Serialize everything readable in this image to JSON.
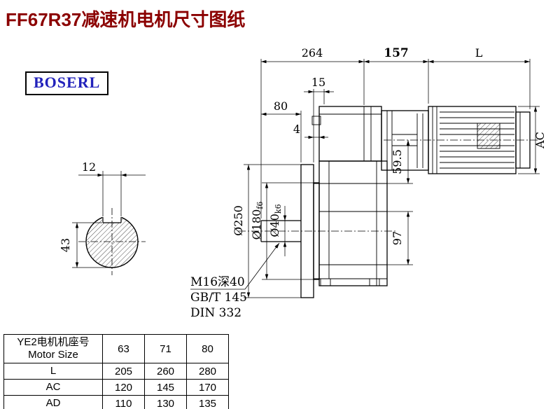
{
  "title": "FF67R37减速机电机尺寸图纸",
  "brand": "BOSERL",
  "colors": {
    "title": "#8B0000",
    "brand": "#2222BB"
  },
  "dimensions": {
    "top_264": "264",
    "top_157": "157",
    "top_L": "L",
    "d15": "15",
    "d80": "80",
    "d4": "4",
    "key_width": "12",
    "key_height": "43",
    "dia250": "Ø250",
    "dia180": "Ø180",
    "dia180_tol": "f6",
    "dia40": "Ø40",
    "dia40_tol": "k6",
    "d59_5": "59.5",
    "d97": "97",
    "ac": "AC"
  },
  "notes": {
    "line1": "M16深40",
    "line2": "GB/T 145",
    "line3": "DIN 332"
  },
  "table": {
    "header_cn": "YE2电机机座号",
    "header_en": "Motor Size",
    "sizes": [
      "63",
      "71",
      "80"
    ],
    "rows": [
      {
        "label": "L",
        "values": [
          "205",
          "260",
          "280"
        ]
      },
      {
        "label": "AC",
        "values": [
          "120",
          "145",
          "170"
        ]
      },
      {
        "label": "AD",
        "values": [
          "110",
          "130",
          "135"
        ]
      }
    ]
  }
}
